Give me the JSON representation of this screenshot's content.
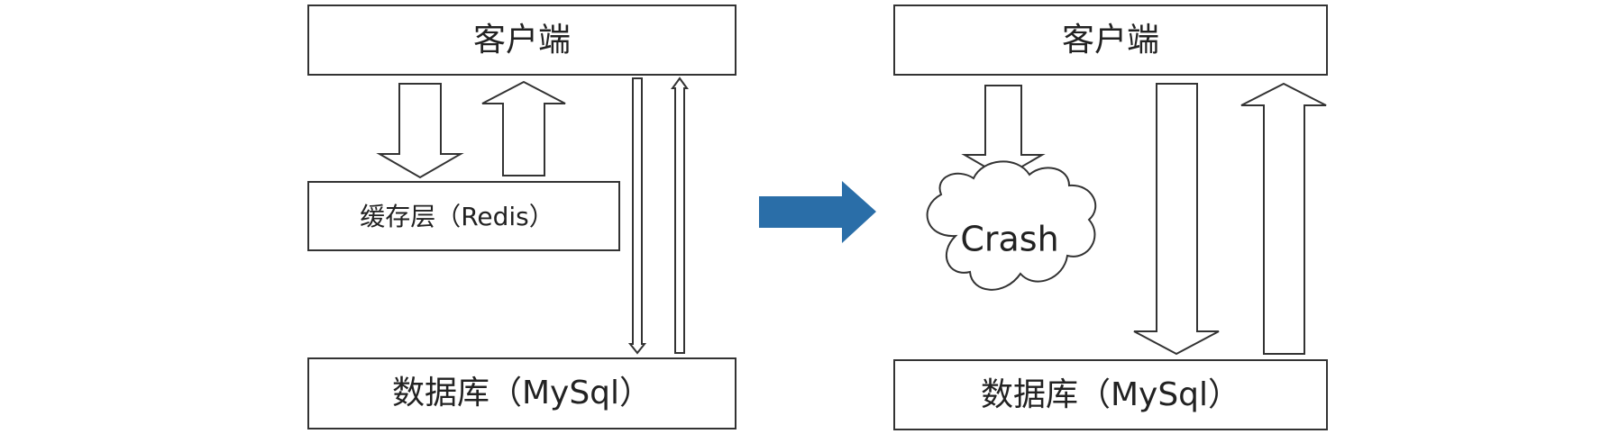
{
  "colors": {
    "transition_arrow": "#2a6ea8",
    "stroke": "#333333",
    "text": "#222222"
  },
  "left_panel": {
    "client_label": "客户端",
    "cache_label": "缓存层（Redis）",
    "database_label": "数据库（MySql）"
  },
  "right_panel": {
    "client_label": "客户端",
    "crash_label": "Crash",
    "database_label": "数据库（MySql）"
  }
}
